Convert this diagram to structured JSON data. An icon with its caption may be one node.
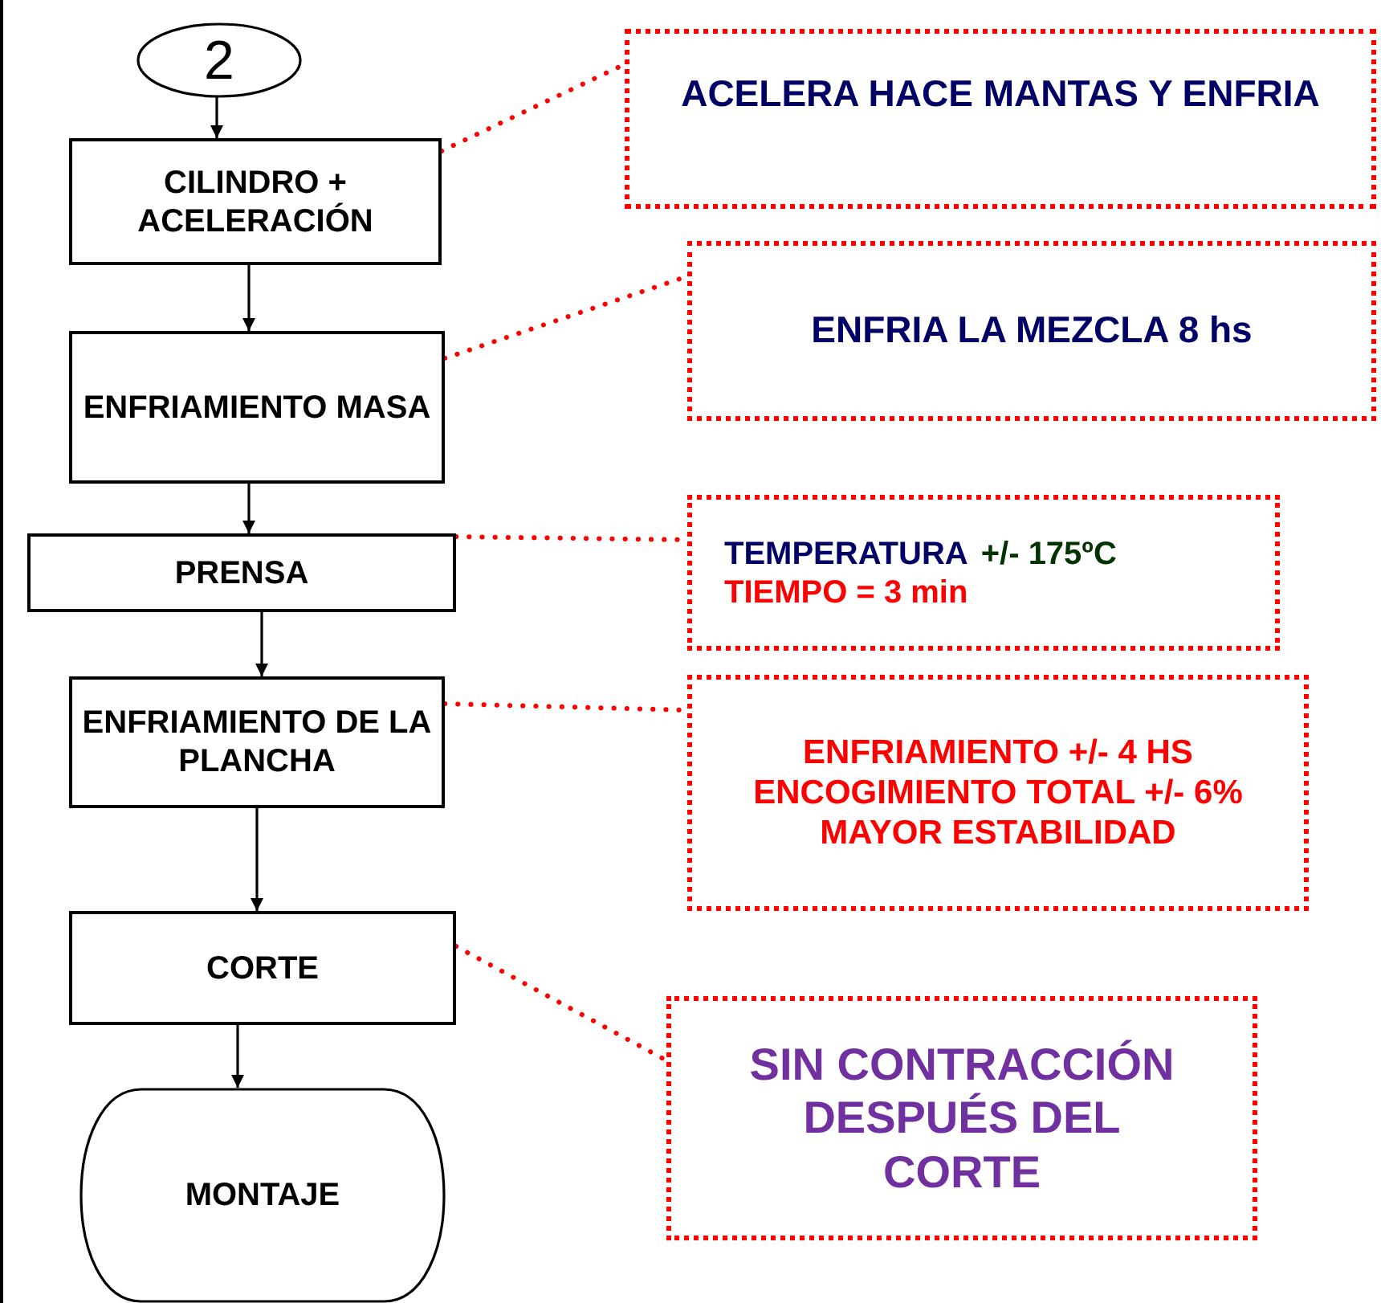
{
  "diagram": {
    "nodes": [
      {
        "text": [
          "2"
        ]
      },
      {
        "text": [
          "CILINDRO + ACELERACIÓN"
        ]
      },
      {
        "text": [
          "ENFRIAMIENTO MASA"
        ]
      },
      {
        "text": [
          "PRENSA"
        ]
      },
      {
        "text": [
          "ENFRIAMIENTO DE LA PLANCHA"
        ]
      },
      {
        "text": [
          "CORTE"
        ]
      },
      {
        "text": [
          "MONTAJE"
        ]
      },
      {
        "text": [
          "ACELERA HACE MANTAS Y ENFRIA"
        ]
      },
      {
        "text": [
          "ENFRIA LA MEZCLA 8 hs"
        ]
      },
      {
        "text": [
          "TEMPERATURA",
          "+/- 175ºC",
          "TIEMPO = 3 min"
        ]
      },
      {
        "text": [
          "ENFRIAMIENTO +/- 4 HS ENCOGIMIENTO TOTAL +/- 6% MAYOR ESTABILIDAD"
        ]
      },
      {
        "text": [
          "SIN CONTRACCIÓN DESPUÉS DEL CORTE"
        ]
      }
    ],
    "edges": [
      {
        "from": 0,
        "to": 1,
        "arrow": "to"
      },
      {
        "from": 1,
        "to": 2,
        "arrow": "to"
      },
      {
        "from": 2,
        "to": 3,
        "arrow": "to"
      },
      {
        "from": 3,
        "to": 4,
        "arrow": "to"
      },
      {
        "from": 4,
        "to": 5,
        "arrow": "to"
      },
      {
        "from": 5,
        "to": 6,
        "arrow": "to"
      },
      {
        "from": 1,
        "to": 7,
        "arrow": "none",
        "style": "dashed",
        "color": "#ff0000"
      },
      {
        "from": 2,
        "to": 8,
        "arrow": "none",
        "style": "dashed",
        "color": "#ff0000"
      },
      {
        "from": 3,
        "to": 9,
        "arrow": "none",
        "style": "dashed",
        "color": "#ff0000"
      },
      {
        "from": 4,
        "to": 10,
        "arrow": "none",
        "style": "dashed",
        "color": "#ff0000"
      },
      {
        "from": 5,
        "to": 11,
        "arrow": "none",
        "style": "dashed",
        "color": "#ff0000"
      }
    ]
  }
}
